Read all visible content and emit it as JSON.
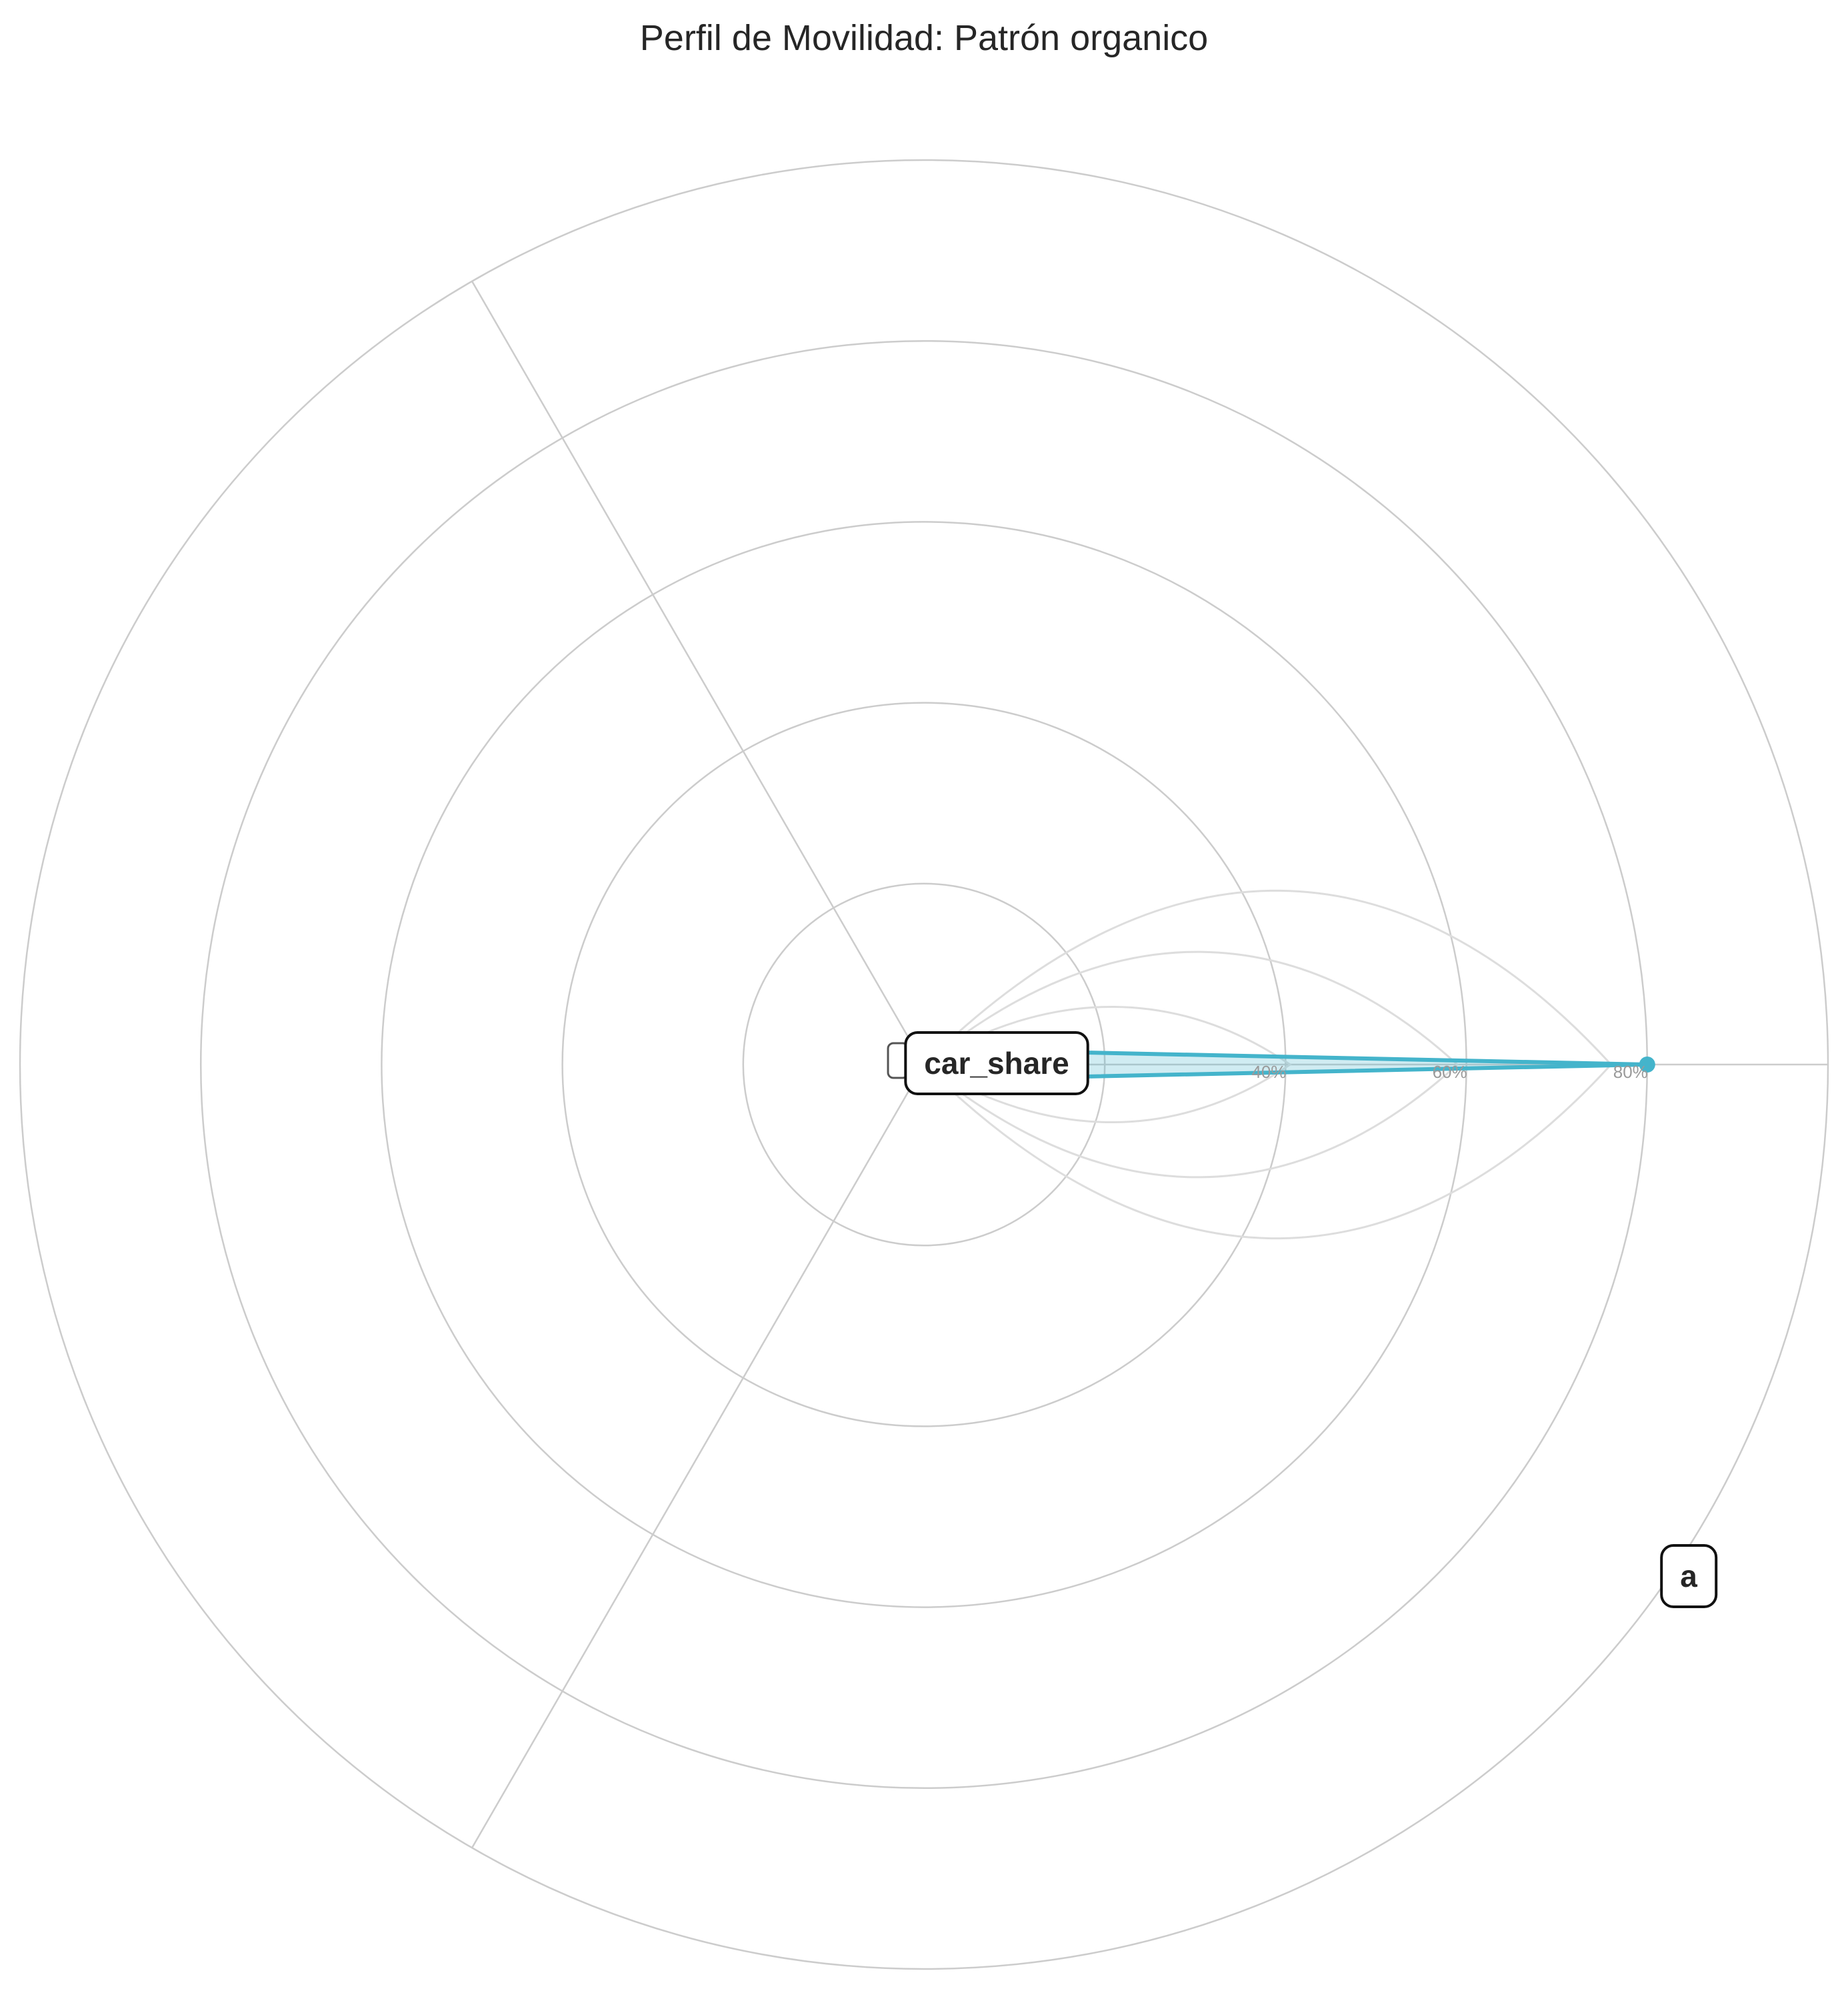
{
  "chart_data": {
    "type": "radar",
    "title": "Perfil de Movilidad: Patrón organico",
    "categories": [
      "a",
      "car_share",
      ""
    ],
    "values": [
      80,
      2,
      2
    ],
    "radial_ticks": [
      20,
      40,
      60,
      80,
      100
    ],
    "radial_tick_labels": [
      "",
      "40%",
      "60%",
      "80%",
      ""
    ],
    "rlim": [
      0,
      100
    ],
    "grid": true,
    "colors": {
      "series": "#44b4cb",
      "fill": "#44b4cb",
      "grid": "#cccccc",
      "reference": "#dddddd"
    }
  }
}
